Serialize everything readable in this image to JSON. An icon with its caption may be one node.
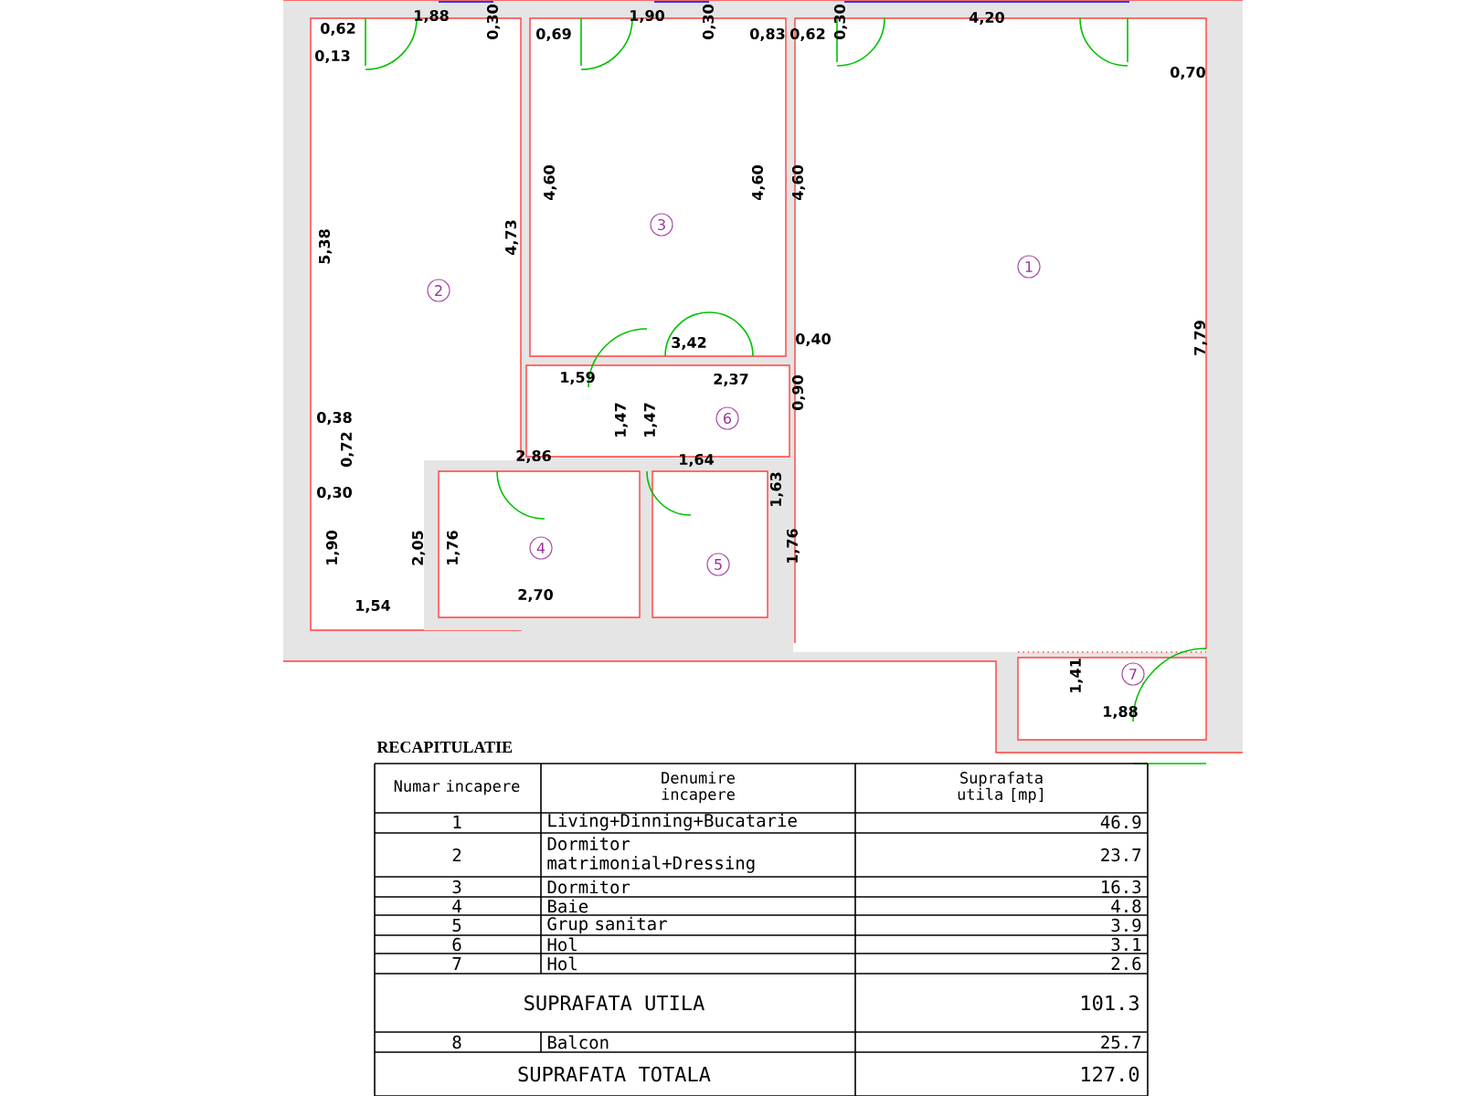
{
  "diagram": {
    "title": "RECAPITULATIE",
    "nodes": [
      {
        "text": [
          "1"
        ]
      },
      {
        "text": [
          "2"
        ]
      },
      {
        "text": [
          "3"
        ]
      },
      {
        "text": [
          "4"
        ]
      },
      {
        "text": [
          "5"
        ]
      },
      {
        "text": [
          "6"
        ]
      },
      {
        "text": [
          "7"
        ]
      }
    ],
    "labels": [
      "1,88",
      "0,30",
      "1,90",
      "0,30",
      "0,62",
      "0,69",
      "0,83",
      "0,62",
      "0,30",
      "4,20",
      "0,13",
      "0,70",
      "4,73",
      "4,60",
      "4,60",
      "4,60",
      "5,38",
      "7,79",
      "3,42",
      "0,40",
      "1,59",
      "2,37",
      "0,90",
      "1,47",
      "1,47",
      "0,38",
      "0,72",
      "2,86",
      "1,64",
      "0,30",
      "1,63",
      "1,90",
      "2,05",
      "1,76",
      "1,76",
      "2,70",
      "1,54",
      "1,41",
      "1,88",
      "Numar incapere",
      "Denumire incapere",
      "Suprafata utila [mp]",
      "1",
      "Living+Dinning+Bucatarie",
      "46.9",
      "2",
      "Dormitor matrimonial+Dressing",
      "23.7",
      "3",
      "Dormitor",
      "16.3",
      "4",
      "Baie",
      "4.8",
      "5",
      "Grup sanitar",
      "3.9",
      "6",
      "Hol",
      "3.1",
      "7",
      "Hol",
      "2.6",
      "SUPRAFATA UTILA",
      "101.3",
      "8",
      "Balcon",
      "25.7",
      "SUPRAFATA TOTALA",
      "127.0"
    ]
  }
}
